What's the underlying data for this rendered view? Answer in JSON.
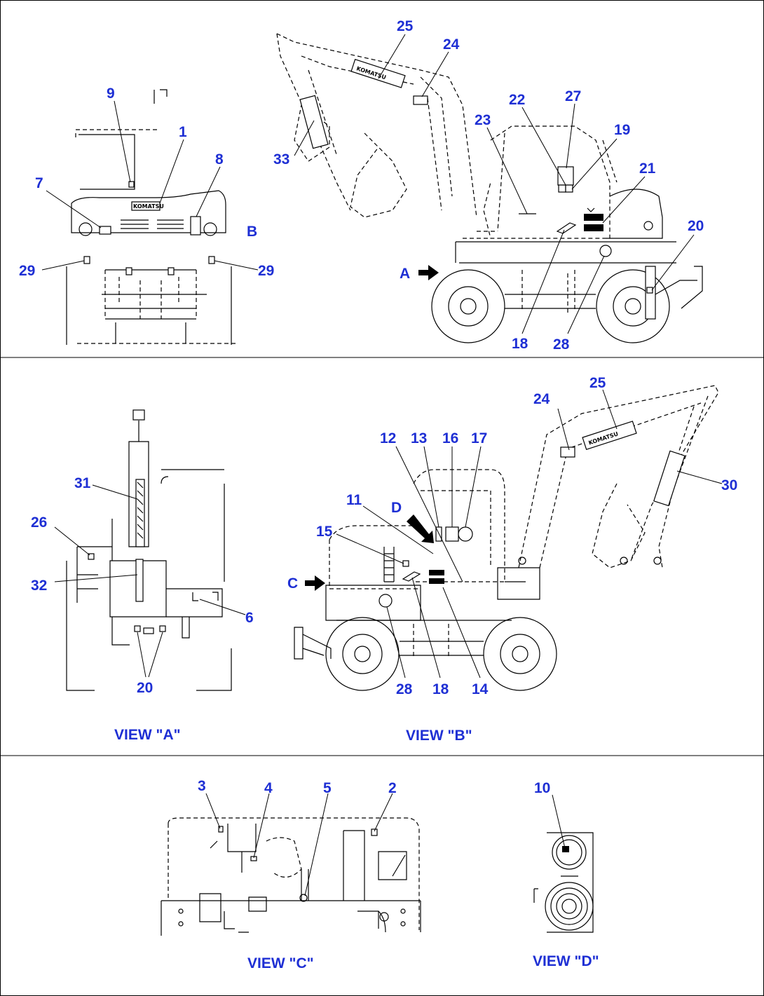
{
  "views": {
    "a": "VIEW \"A\"",
    "b": "VIEW \"B\"",
    "c": "VIEW \"C\"",
    "d": "VIEW \"D\""
  },
  "arrows": {
    "a": "A",
    "b": "B",
    "c": "C",
    "d": "D"
  },
  "callouts": {
    "top_front": {
      "n9": "9",
      "n1": "1",
      "n8": "8",
      "n7": "7",
      "n29l": "29",
      "n29r": "29"
    },
    "top_side": {
      "n25": "25",
      "n24": "24",
      "n33": "33",
      "n22": "22",
      "n27": "27",
      "n23": "23",
      "n19": "19",
      "n21": "21",
      "n20": "20",
      "n18": "18",
      "n28": "28"
    },
    "view_a": {
      "n31": "31",
      "n26": "26",
      "n32": "32",
      "n6": "6",
      "n20": "20"
    },
    "view_b": {
      "n24": "24",
      "n25": "25",
      "n12": "12",
      "n13": "13",
      "n16": "16",
      "n17": "17",
      "n11": "11",
      "n15": "15",
      "n30": "30",
      "n28": "28",
      "n18": "18",
      "n14": "14"
    },
    "view_c": {
      "n3": "3",
      "n4": "4",
      "n5": "5",
      "n2": "2"
    },
    "view_d": {
      "n10": "10"
    }
  }
}
